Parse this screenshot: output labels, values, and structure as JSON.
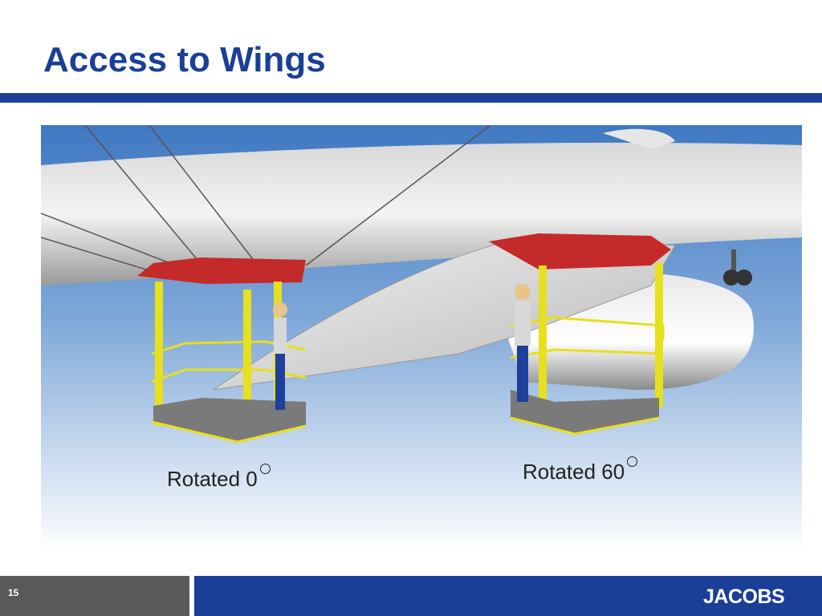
{
  "slide": {
    "title": "Access to Wings",
    "page_number": "15"
  },
  "figure": {
    "caption_left": "Rotated 0",
    "caption_right": "Rotated 60",
    "degree_symbol": "○"
  },
  "footer": {
    "logo_text": "JACOBS"
  },
  "colors": {
    "brand_blue": "#1a3f96",
    "footer_gray": "#595959",
    "platform_red": "#c42a2a",
    "railing_yellow": "#e6e01e"
  }
}
